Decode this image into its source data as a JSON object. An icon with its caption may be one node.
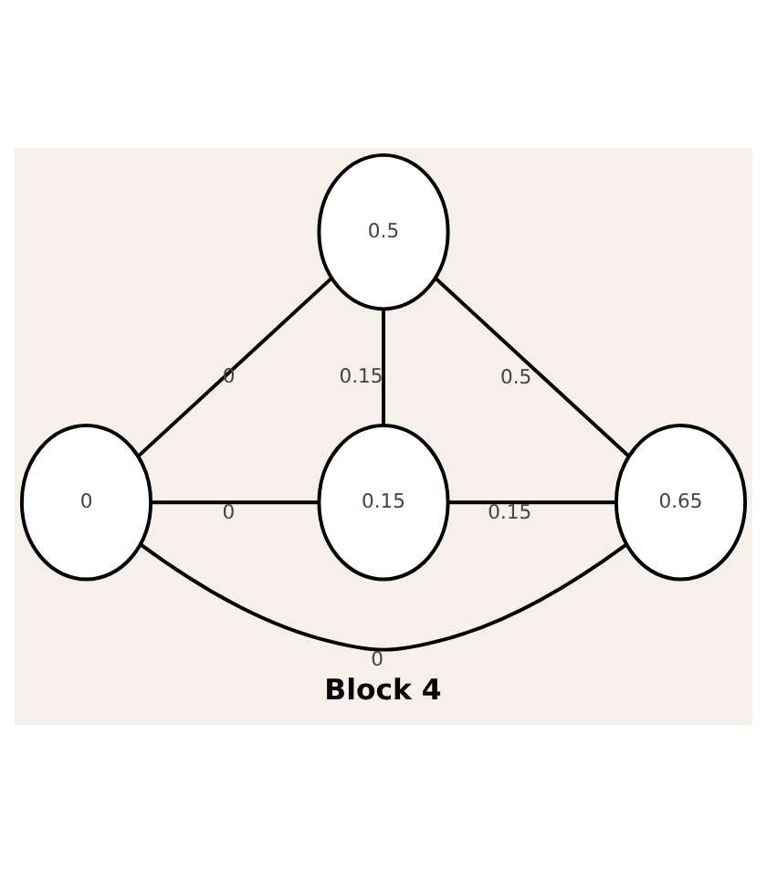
{
  "diagram": {
    "caption": "Block 4",
    "nodes": [
      {
        "text": [
          "0.5"
        ]
      },
      {
        "text": [
          "0"
        ]
      },
      {
        "text": [
          "0.65"
        ]
      },
      {
        "text": [
          "0.15"
        ]
      }
    ],
    "edges": [
      {
        "from": 1,
        "to": 0,
        "arrow": "none",
        "label": "0"
      },
      {
        "from": 0,
        "to": 2,
        "arrow": "none",
        "label": "0.5"
      },
      {
        "from": 1,
        "to": 2,
        "arrow": "none",
        "label": "0"
      },
      {
        "from": 0,
        "to": 3,
        "arrow": "none",
        "label": "0.15"
      },
      {
        "from": 1,
        "to": 3,
        "arrow": "none",
        "label": "0"
      },
      {
        "from": 3,
        "to": 2,
        "arrow": "none",
        "label": "0.15"
      }
    ]
  }
}
